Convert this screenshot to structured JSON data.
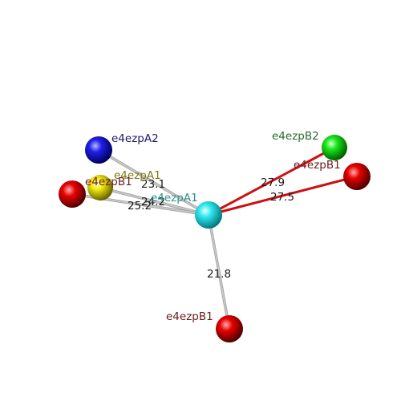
{
  "scene": {
    "nodes": [
      {
        "id": "center",
        "label": "e4ezpA1",
        "color": "#00e0e8",
        "label_color": "#2f8f8f"
      },
      {
        "id": "a2",
        "label": "e4ezpA2",
        "color": "#1010e0",
        "label_color": "#1a1a6a"
      },
      {
        "id": "a1y",
        "label": "e4ezpA1",
        "color": "#e8e000",
        "label_color": "#7a7a10"
      },
      {
        "id": "b1left",
        "label": "e4ezpB1",
        "color": "#e00000",
        "label_color": "#6a1a1a"
      },
      {
        "id": "b2",
        "label": "e4ezpB2",
        "color": "#10e010",
        "label_color": "#2a6a2a"
      },
      {
        "id": "b1right",
        "label": "e4ezpB1",
        "color": "#e00000",
        "label_color": "#6a1a1a"
      },
      {
        "id": "b1bot",
        "label": "e4ezpB1",
        "color": "#e00000",
        "label_color": "#6a1a1a"
      }
    ],
    "edges": [
      {
        "from": "center",
        "to": "a2",
        "distance": "23.1",
        "color": "#c8c8c8"
      },
      {
        "from": "center",
        "to": "a1y",
        "distance": "24.2",
        "color": "#c8c8c8"
      },
      {
        "from": "center",
        "to": "b1left",
        "distance": "25.2",
        "color": "#c8c8c8"
      },
      {
        "from": "center",
        "to": "b2",
        "distance": "27.9",
        "color": "#cc1010"
      },
      {
        "from": "center",
        "to": "b1right",
        "distance": "27.5",
        "color": "#cc1010"
      },
      {
        "from": "center",
        "to": "b1bot",
        "distance": "21.8",
        "color": "#c8c8c8"
      }
    ]
  }
}
